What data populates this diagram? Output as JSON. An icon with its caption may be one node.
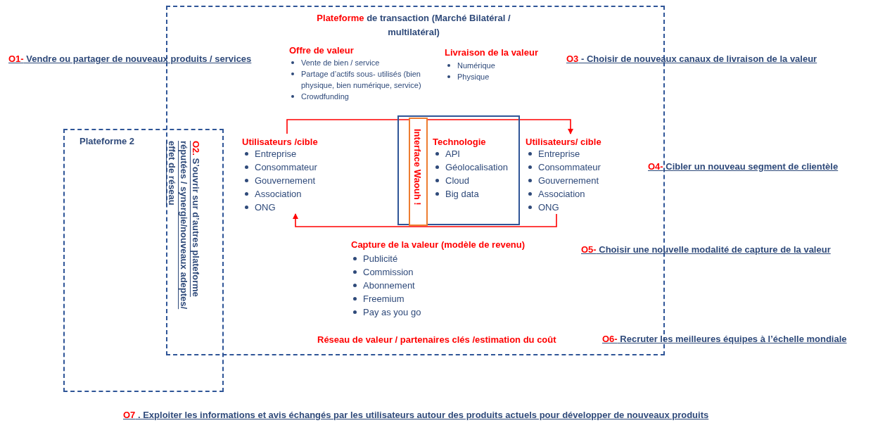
{
  "diagram": {
    "nodes": [
      {
        "text": [
          "Plateforme de transaction (Marché Bilatéral / multilatéral)"
        ]
      },
      {
        "text": [
          "Plateforme 2"
        ]
      },
      {
        "text": [
          "Utilisateurs /cible",
          "Entreprise",
          "Consommateur",
          "Gouvernement",
          "Association",
          "ONG"
        ],
        "in": 0
      },
      {
        "text": [
          "Technologie",
          "API",
          "Géolocalisation",
          "Cloud",
          "Big data"
        ],
        "in": 0
      },
      {
        "text": [
          "Interface Waouh !"
        ],
        "in": 3
      },
      {
        "text": [
          "Utilisateurs/ cible",
          "Entreprise",
          "Consommateur",
          "Gouvernement",
          "Association",
          "ONG"
        ],
        "in": 0
      }
    ],
    "edges": [
      {
        "from": 2,
        "to": 5,
        "arrow": "to"
      },
      {
        "from": 5,
        "to": 2,
        "arrow": "to"
      }
    ],
    "labels": [
      "O1- Vendre ou partager de nouveaux produits / services",
      "Offre de valeur",
      "Vente de bien / service",
      "Partage d’actifs sous- utilisés (bien physique, bien numérique, service)",
      "Crowdfunding",
      "Livraison de la valeur",
      "Numérique",
      "Physique",
      "O3 - Choisir de nouveaux canaux de livraison de la valeur",
      "O2. S’ouvrir sur d’autres plateforme réputées / synergie/nouveaux adeptes/ effet de réseau",
      "O4- Cibler un nouveau segment de clientèle",
      "Capture de la valeur (modèle de revenu)",
      "Publicité",
      "Commission",
      "Abonnement",
      "Freemium",
      "Pay as you go",
      "O5- Choisir une nouvelle modalité de capture de la valeur",
      "Réseau de valeur / partenaires clés /estimation du coût",
      "O6- Recruter les meilleures équipes à l’échelle mondiale",
      "O7 . Exploiter les informations et avis échangés par les utilisateurs autour des produits actuels pour développer de nouveaux produits"
    ]
  }
}
